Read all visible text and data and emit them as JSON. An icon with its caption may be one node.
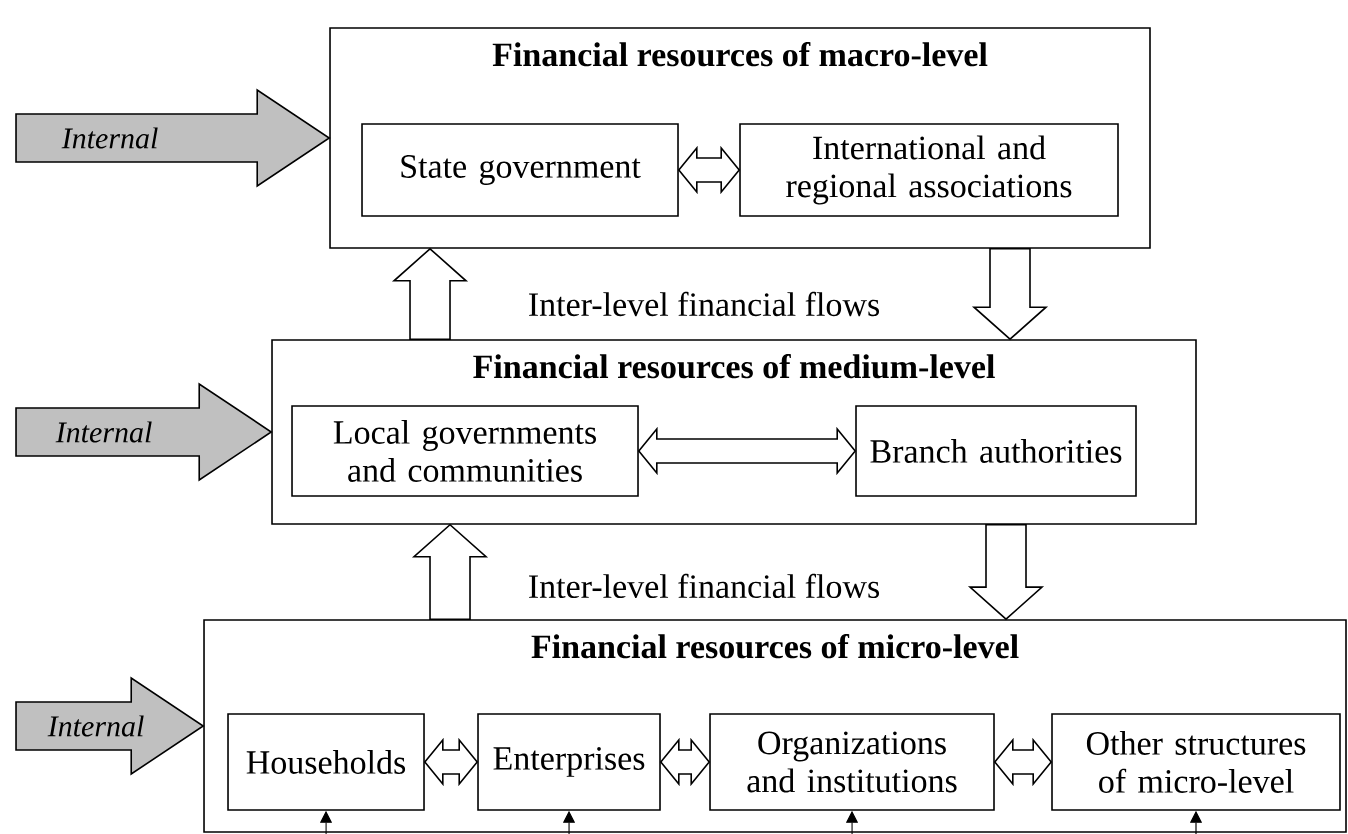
{
  "diagram": {
    "nodes": [
      {
        "text": [
          "Financial resources of macro-level"
        ]
      },
      {
        "text": [
          "State government"
        ],
        "in": 0
      },
      {
        "text": [
          "International and regional associations"
        ],
        "in": 0
      },
      {
        "text": [
          "Financial resources of medium-level"
        ]
      },
      {
        "text": [
          "Local governments and communities"
        ],
        "in": 3
      },
      {
        "text": [
          "Branch authorities"
        ],
        "in": 3
      },
      {
        "text": [
          "Financial resources of micro-level"
        ]
      },
      {
        "text": [
          "Households"
        ],
        "in": 6
      },
      {
        "text": [
          "Enterprises"
        ],
        "in": 6
      },
      {
        "text": [
          "Organizations and institutions"
        ],
        "in": 6
      },
      {
        "text": [
          "Other structures of micro-level"
        ],
        "in": 6
      }
    ],
    "edges": [
      {
        "from": null,
        "to": 0,
        "arrow": "to",
        "label": "Internal",
        "style": "thick",
        "color": "#c0c0c0"
      },
      {
        "from": 1,
        "to": 2,
        "arrow": "both"
      },
      {
        "from": 3,
        "to": 0,
        "arrow": "to"
      },
      {
        "from": 0,
        "to": 3,
        "arrow": "to"
      },
      {
        "from": null,
        "to": 3,
        "arrow": "to",
        "label": "Internal",
        "style": "thick",
        "color": "#c0c0c0"
      },
      {
        "from": 4,
        "to": 5,
        "arrow": "both"
      },
      {
        "from": 6,
        "to": 3,
        "arrow": "to"
      },
      {
        "from": 3,
        "to": 6,
        "arrow": "to"
      },
      {
        "from": null,
        "to": 6,
        "arrow": "to",
        "label": "Internal",
        "style": "thick",
        "color": "#c0c0c0"
      },
      {
        "from": 7,
        "to": 8,
        "arrow": "both"
      },
      {
        "from": 8,
        "to": 9,
        "arrow": "both"
      },
      {
        "from": 9,
        "to": 10,
        "arrow": "both"
      },
      {
        "from": null,
        "to": 7,
        "arrow": "to"
      },
      {
        "from": null,
        "to": 8,
        "arrow": "to"
      },
      {
        "from": null,
        "to": 9,
        "arrow": "to"
      },
      {
        "from": null,
        "to": 10,
        "arrow": "to"
      }
    ],
    "labels": [
      "Inter-level financial flows",
      "Inter-level financial flows"
    ]
  }
}
